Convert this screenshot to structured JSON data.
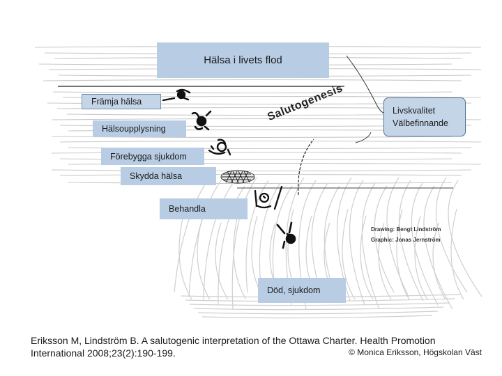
{
  "title": "Hälsa i livets flod",
  "levels": {
    "framja": "Främja hälsa",
    "halsoupplysning": "Hälsoupplysning",
    "forebygga": "Förebygga sjukdom",
    "skydda": "Skydda hälsa",
    "behandla": "Behandla",
    "dod": "Död, sjukdom"
  },
  "salutogenesis_label": "Salutogenesis",
  "quality_of_life": {
    "line1": "Livskvalitet",
    "line2": "Välbefinnande"
  },
  "credits": {
    "drawing": "Drawing: Bengt Lindström",
    "graphic": "Graphic: Jonas Jernström"
  },
  "citation": {
    "line1": "Eriksson M, Lindström B. A salutogenic interpretation of the Ottawa Charter. Health Promotion",
    "line2": "International 2008;23(2):190-199."
  },
  "copyright": "© Monica Eriksson, Högskolan Väst",
  "colors": {
    "box_fill": "#b8cce4",
    "box_border": "#4f6f94",
    "river_lines": "#c8c8c8"
  },
  "icons": [
    "swimmer-icon",
    "swimmer-icon",
    "swimmer-icon",
    "safety-net-icon",
    "drowning-person-icon",
    "falling-person-icon"
  ]
}
